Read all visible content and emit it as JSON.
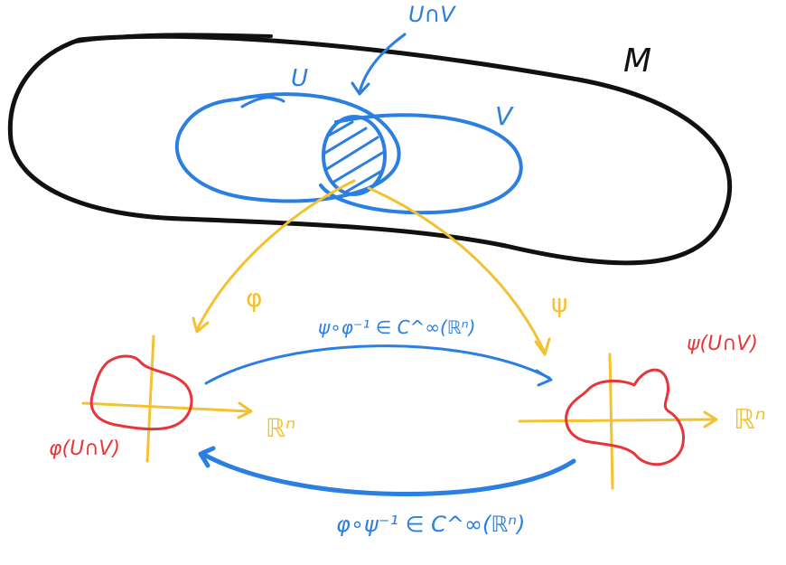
{
  "manifold": {
    "label": "M"
  },
  "sets": {
    "u_label": "U",
    "v_label": "V",
    "intersection_label": "U∩V"
  },
  "maps": {
    "phi_label": "φ",
    "psi_label": "ψ",
    "transition_top": "ψ∘φ⁻¹ ∈ C^∞(ℝⁿ)",
    "transition_bottom": "φ∘ψ⁻¹ ∈ C^∞(ℝⁿ)"
  },
  "left_chart": {
    "axis_label": "ℝⁿ",
    "image_label": "φ(U∩V)"
  },
  "right_chart": {
    "axis_label": "ℝⁿ",
    "image_label": "ψ(U∩V)"
  },
  "colors": {
    "black": "#111111",
    "blue": "#2b7fe0",
    "yellow": "#f2c233",
    "red": "#e8353a"
  }
}
